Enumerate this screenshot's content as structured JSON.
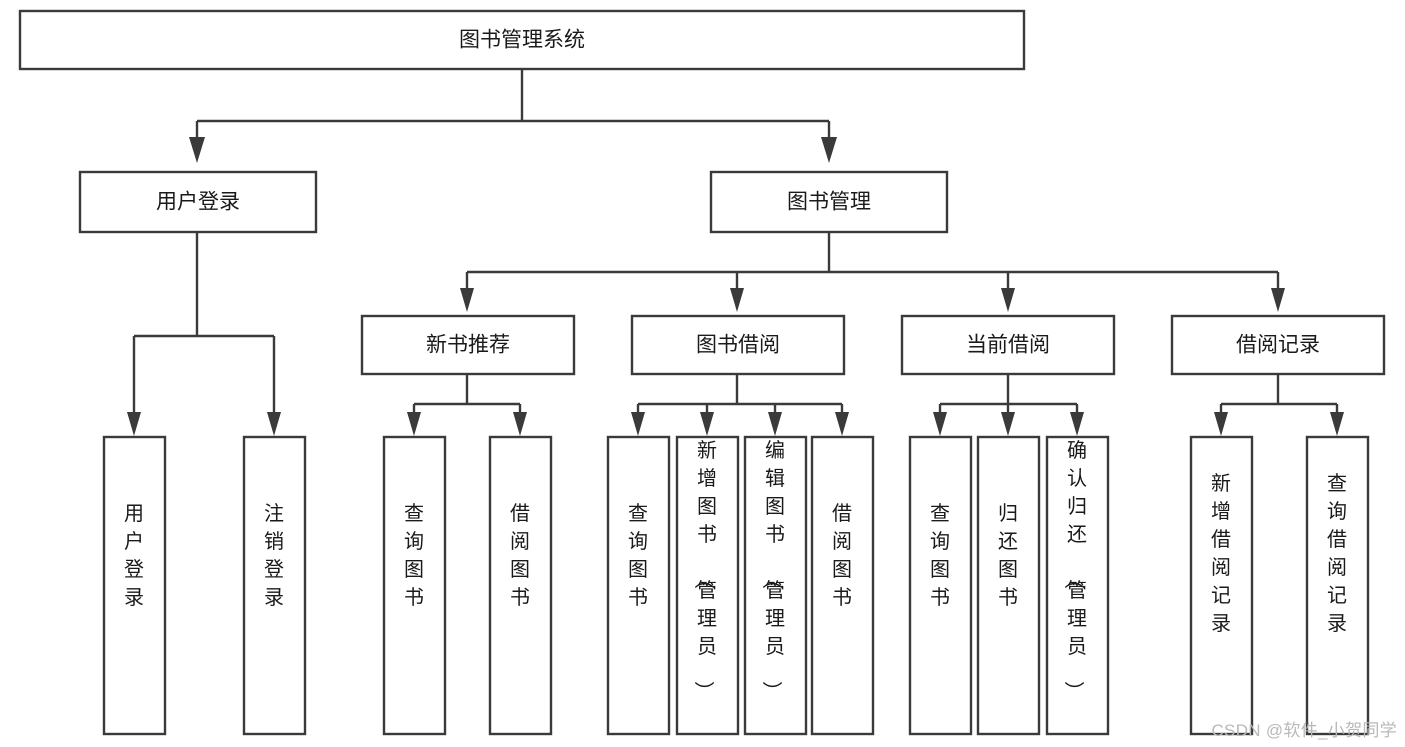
{
  "diagram": {
    "type": "tree",
    "title": "图书管理系统",
    "orientation": "top-down",
    "levels": 4,
    "root": {
      "id": "root",
      "label": "图书管理系统",
      "text_orientation": "horizontal"
    },
    "level1": [
      {
        "id": "user-login",
        "label": "用户登录",
        "text_orientation": "horizontal"
      },
      {
        "id": "book-manage",
        "label": "图书管理",
        "text_orientation": "horizontal"
      }
    ],
    "level2": [
      {
        "id": "new-book-recommend",
        "label": "新书推荐",
        "text_orientation": "horizontal",
        "parent": "book-manage"
      },
      {
        "id": "book-borrow",
        "label": "图书借阅",
        "text_orientation": "horizontal",
        "parent": "book-manage"
      },
      {
        "id": "current-borrow",
        "label": "当前借阅",
        "text_orientation": "horizontal",
        "parent": "book-manage"
      },
      {
        "id": "borrow-record",
        "label": "借阅记录",
        "text_orientation": "horizontal",
        "parent": "book-manage"
      }
    ],
    "leaves": {
      "user-login": [
        {
          "id": "leaf-user-login",
          "label": "用户登录",
          "text_orientation": "vertical"
        },
        {
          "id": "leaf-logout",
          "label": "注销登录",
          "text_orientation": "vertical"
        }
      ],
      "new-book-recommend": [
        {
          "id": "leaf-query-book-1",
          "label": "查询图书",
          "text_orientation": "vertical"
        },
        {
          "id": "leaf-borrow-book-1",
          "label": "借阅图书",
          "text_orientation": "vertical"
        }
      ],
      "book-borrow": [
        {
          "id": "leaf-query-book-2",
          "label": "查询图书",
          "text_orientation": "vertical"
        },
        {
          "id": "leaf-add-book",
          "label": "新增图书（管理员）",
          "text_orientation": "vertical"
        },
        {
          "id": "leaf-edit-book",
          "label": "编辑图书（管理员）",
          "text_orientation": "vertical"
        },
        {
          "id": "leaf-borrow-book-2",
          "label": "借阅图书",
          "text_orientation": "vertical"
        }
      ],
      "current-borrow": [
        {
          "id": "leaf-query-book-3",
          "label": "查询图书",
          "text_orientation": "vertical"
        },
        {
          "id": "leaf-return-book",
          "label": "归还图书",
          "text_orientation": "vertical"
        },
        {
          "id": "leaf-confirm-return",
          "label": "确认归还（管理员）",
          "text_orientation": "vertical"
        }
      ],
      "borrow-record": [
        {
          "id": "leaf-add-record",
          "label": "新增借阅记录",
          "text_orientation": "vertical"
        },
        {
          "id": "leaf-query-record",
          "label": "查询借阅记录",
          "text_orientation": "vertical"
        }
      ]
    },
    "colors": {
      "box_stroke": "#3a3a3a",
      "box_fill": "#ffffff",
      "connector": "#3a3a3a",
      "text": "#1a1a1a",
      "watermark": "#b9b9b9",
      "background": "#ffffff"
    }
  },
  "watermark": {
    "text": "CSDN @软件_小贺同学"
  }
}
